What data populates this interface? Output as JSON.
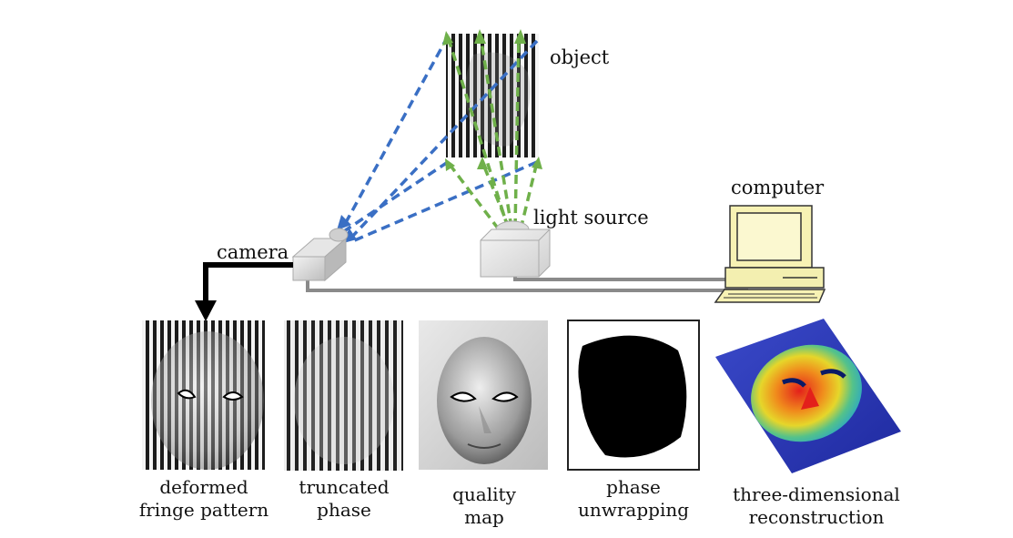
{
  "labels": {
    "object": "object",
    "computer": "computer",
    "light_source": "light source",
    "camera": "camera"
  },
  "captions": [
    {
      "line1": "deformed",
      "line2": "fringe pattern"
    },
    {
      "line1": "truncated",
      "line2": "phase"
    },
    {
      "line1": "quality",
      "line2": "map"
    },
    {
      "line1": "phase",
      "line2": "unwrapping"
    },
    {
      "line1": "three-dimensional",
      "line2": "reconstruction"
    }
  ],
  "colors": {
    "camera_rays": "#3a6fc4",
    "light_rays": "#6fb04a",
    "cable": "#8a8a8a",
    "arrow": "#000000"
  }
}
